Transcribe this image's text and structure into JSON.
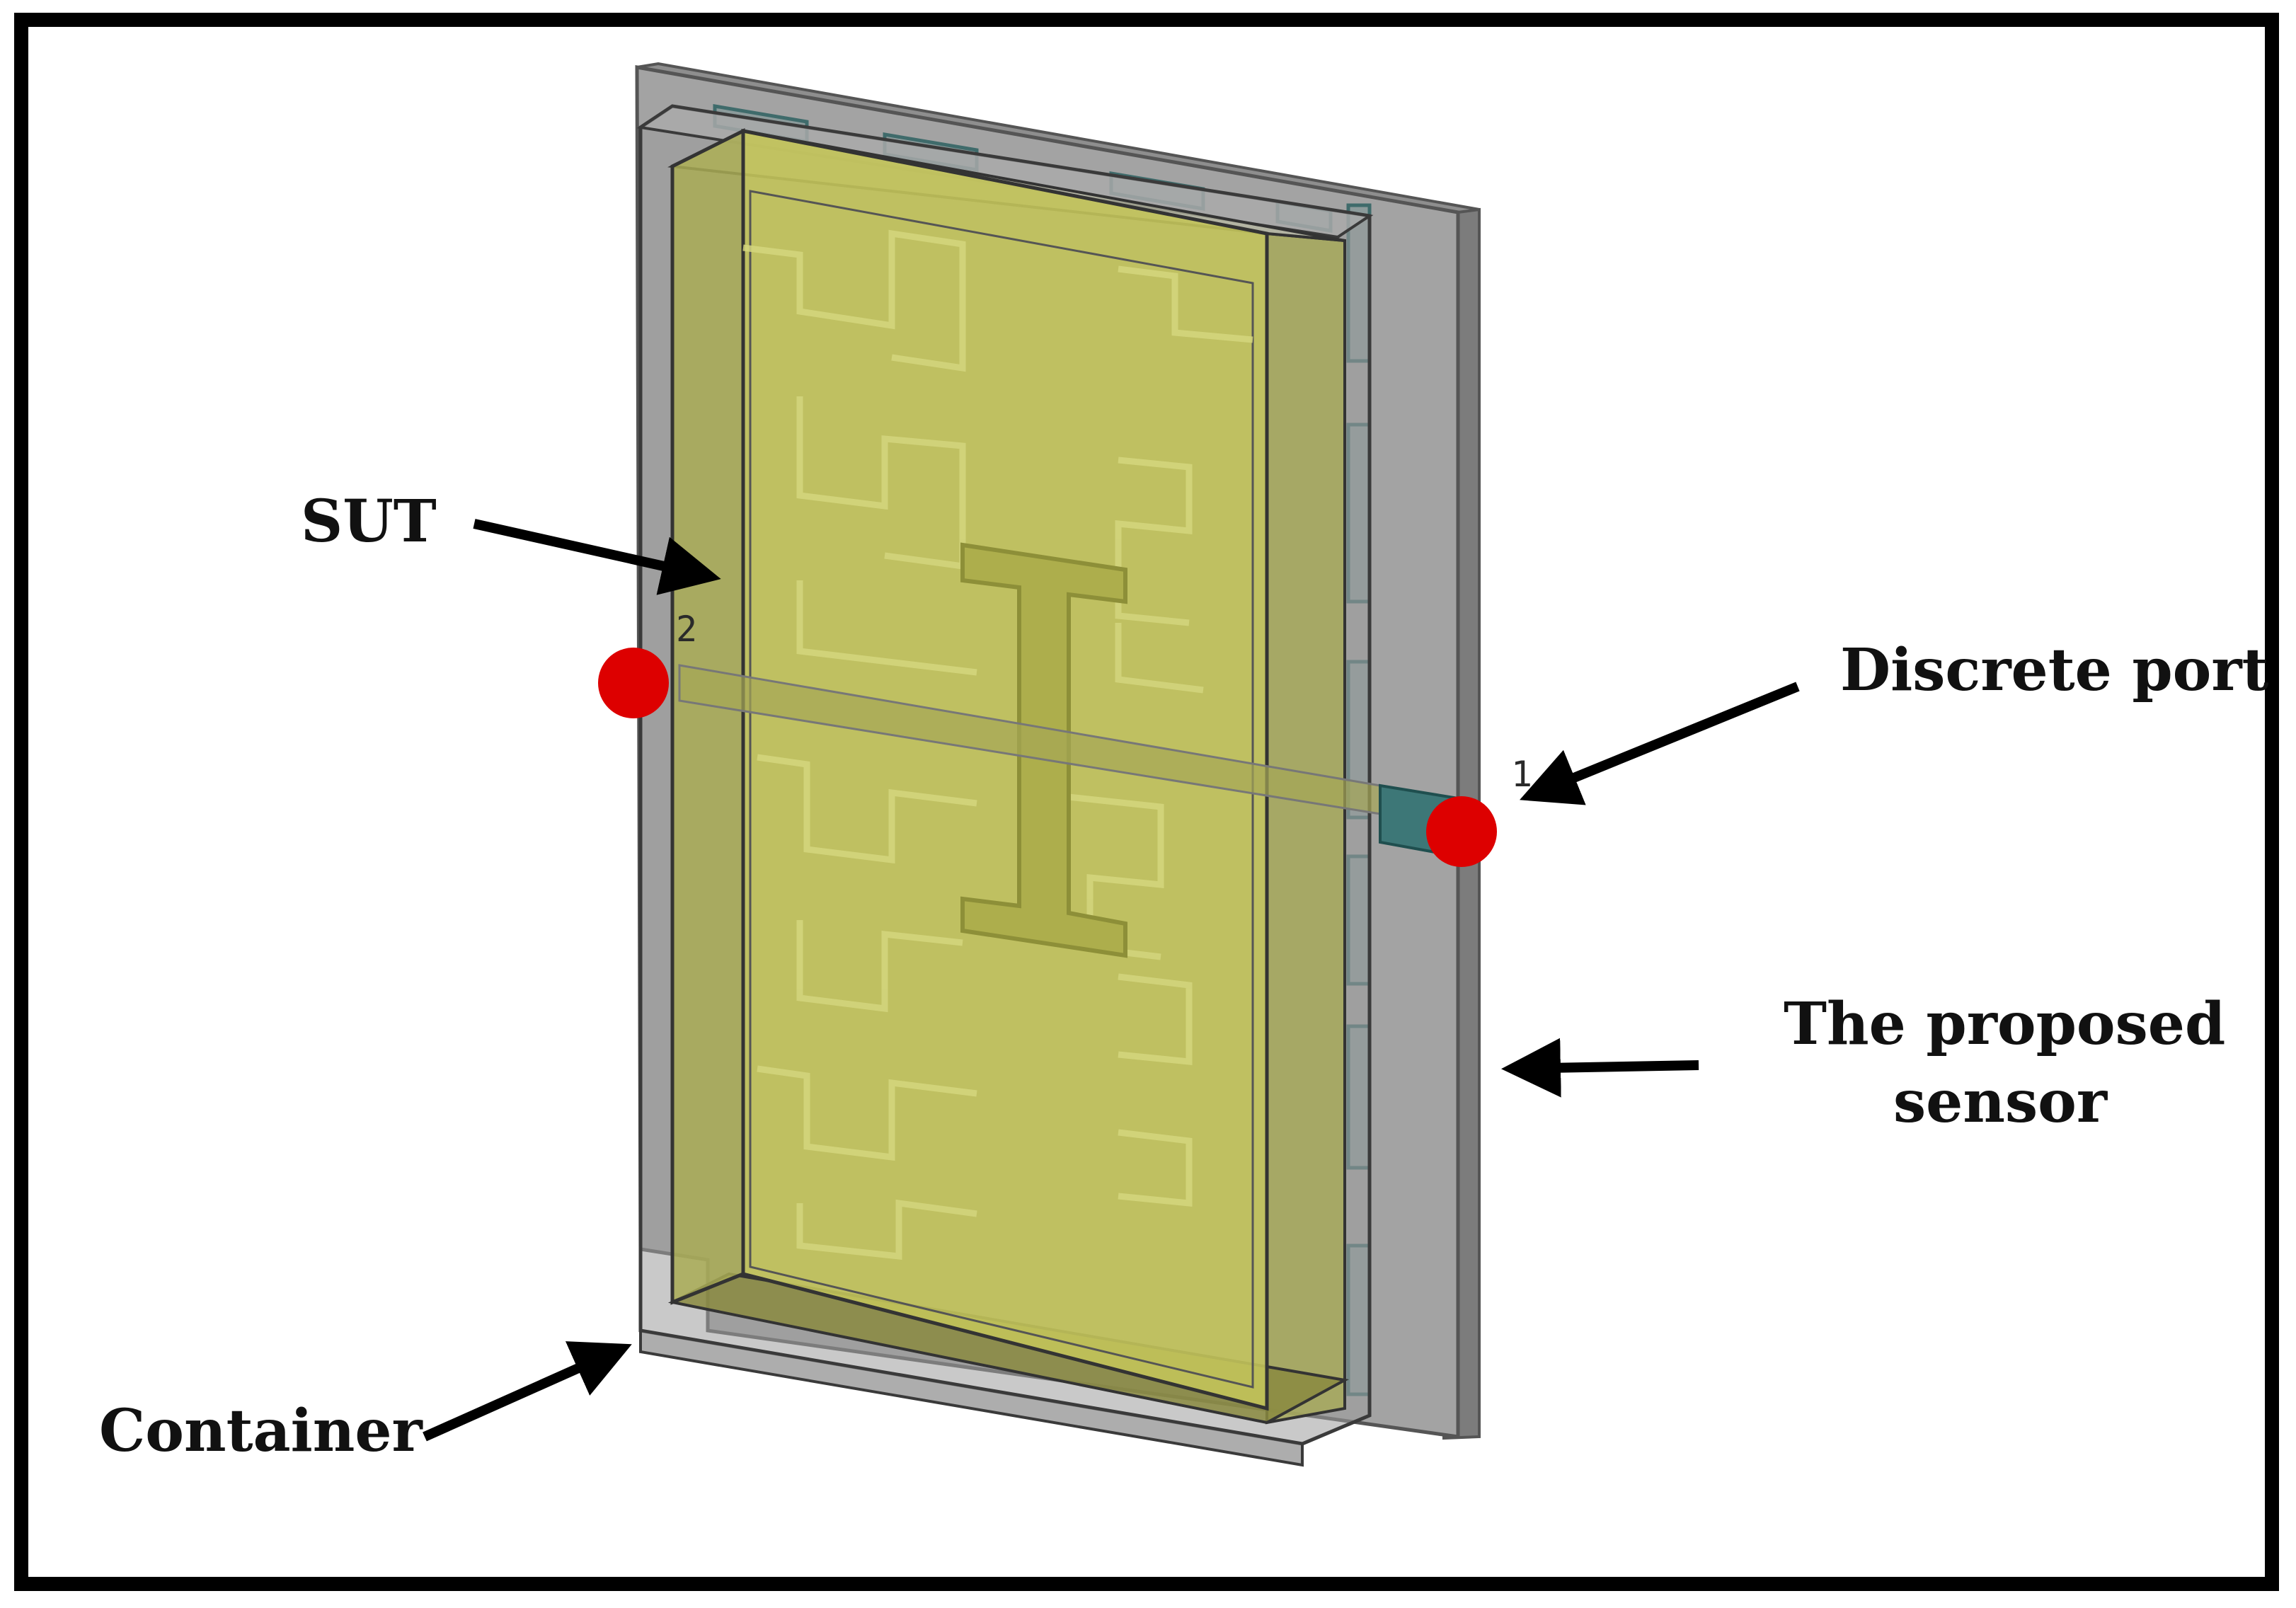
{
  "labels": {
    "sut": "SUT",
    "discrete_port": "Discrete port",
    "proposed_sensor_line1": "The proposed",
    "proposed_sensor_line2": "sensor",
    "container": "Container"
  },
  "port_numbers": {
    "port1": "1",
    "port2": "2"
  },
  "colors": {
    "frame": "#000000",
    "substrate": "#9a9a9a",
    "substrate_edge": "#555555",
    "sut_fill": "#b9bd52",
    "trace": "#cfd07a",
    "feed": "#3d7777",
    "port_marker": "#dd0000",
    "arrow": "#000000"
  },
  "icons": {
    "port_marker": "red-circle",
    "arrow": "black-arrow"
  }
}
